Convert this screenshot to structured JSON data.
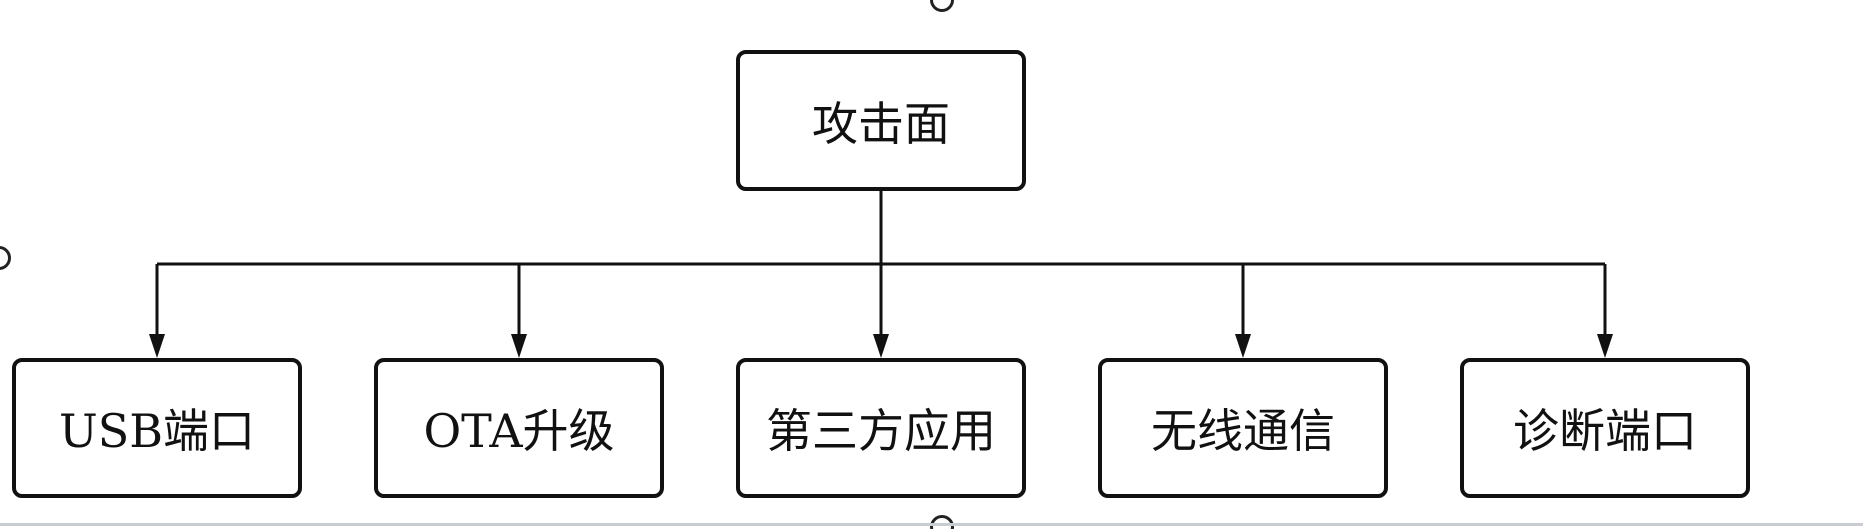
{
  "diagram": {
    "root": {
      "label": "攻击面"
    },
    "children": [
      {
        "label": "USB端口"
      },
      {
        "label": "OTA升级"
      },
      {
        "label": "第三方应用"
      },
      {
        "label": "无线通信"
      },
      {
        "label": "诊断端口"
      }
    ],
    "colors": {
      "stroke": "#111111",
      "background": "#ffffff"
    }
  }
}
